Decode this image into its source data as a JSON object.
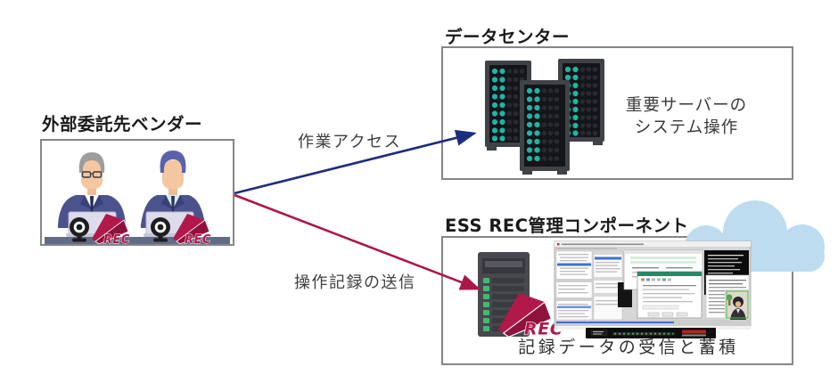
{
  "vendor": {
    "title": "外部委託先ベンダー",
    "rec_badge": "REC"
  },
  "datacenter": {
    "title": "データセンター",
    "description": [
      "重要サーバーの",
      "システム操作"
    ]
  },
  "ess": {
    "title": "ESS REC管理コンポーネント",
    "caption": "記録データの受信と蓄積",
    "rec_badge": "REC"
  },
  "arrows": {
    "work_access": {
      "label": "作業アクセス",
      "color": "#1c2d7d"
    },
    "record_send": {
      "label": "操作記録の送信",
      "color": "#ab1847"
    }
  },
  "icons": {
    "vendor_illustration": "two-operators-with-laptops-and-webcams",
    "webcam": "webcam-icon",
    "rec": "rec-recording-flash-icon",
    "datacenter": "server-racks-icon",
    "ess_server": "server-tower-icon",
    "cloud": "cloud-icon",
    "screenshot": "monitoring-app-screenshot"
  },
  "palette": {
    "rack_led": "#23b2a7",
    "server_led": "#3bbd72",
    "rec_red": "#b0194a",
    "cloud_blue": "#bedcef",
    "border_gray": "#868686"
  }
}
